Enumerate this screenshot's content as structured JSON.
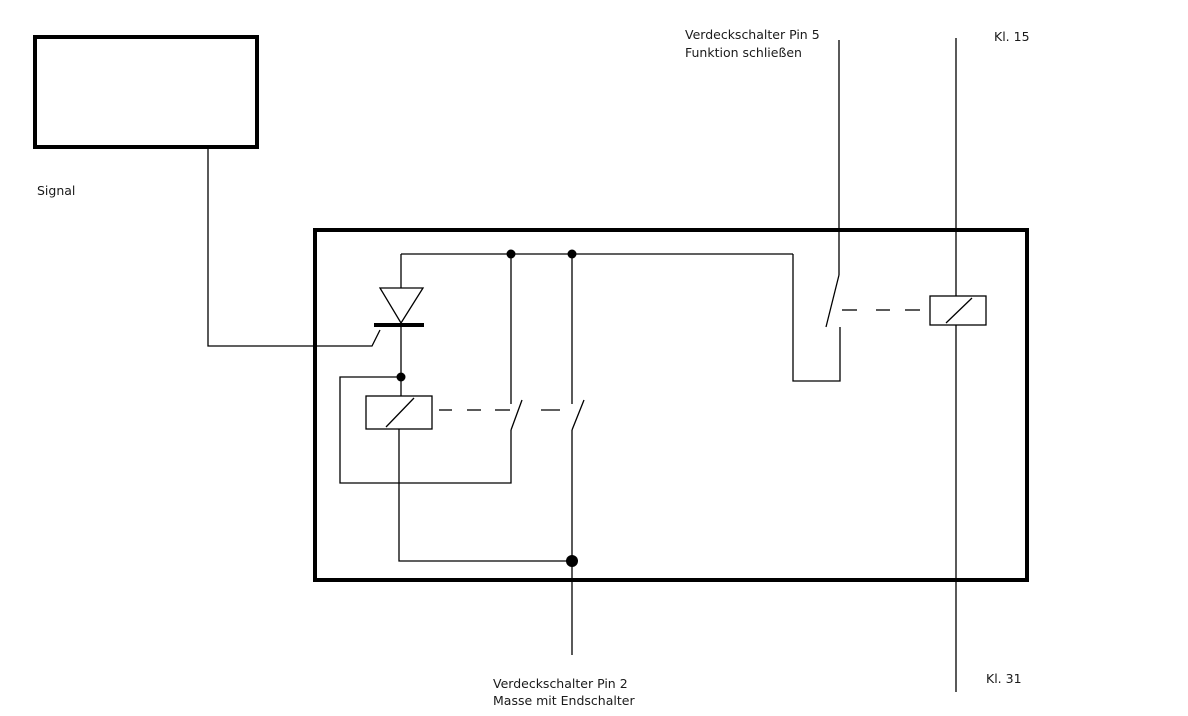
{
  "labels": {
    "signal": "Signal",
    "pin5_line1": "Verdeckschalter Pin 5",
    "pin5_line2": "Funktion schließen",
    "kl15": "Kl. 15",
    "pin2_line1": "Verdeckschalter Pin 2",
    "pin2_line2": "Masse mit Endschalter",
    "kl31": "Kl. 31"
  },
  "colors": {
    "ink": "#000000",
    "text": "#1a1a1a",
    "background": "#ffffff"
  }
}
